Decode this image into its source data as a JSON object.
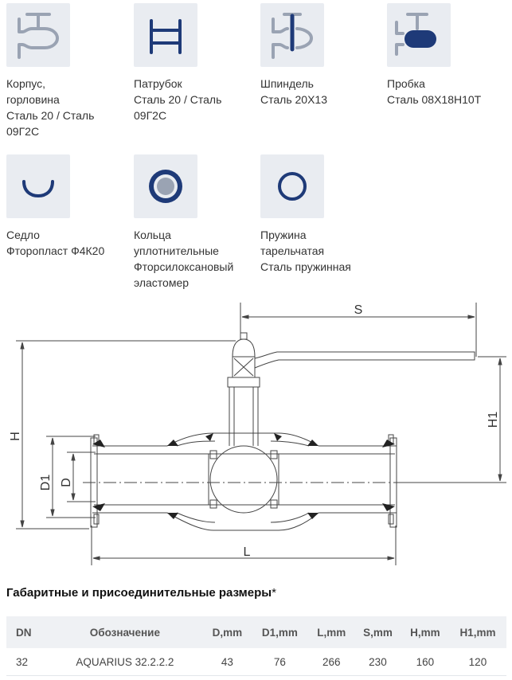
{
  "colors": {
    "icon_navy": "#1e3a78",
    "icon_gray": "#9aa3b3",
    "tile_bg": "#e9ecf1",
    "text": "#333333",
    "table_header_bg": "#eff1f4"
  },
  "materials": [
    {
      "icon": "body-neck-icon",
      "lines": [
        "Корпус,",
        "горловина",
        "Сталь 20 / Сталь",
        "09Г2С"
      ]
    },
    {
      "icon": "branch-pipe-icon",
      "lines": [
        "Патрубок",
        "Сталь 20 / Сталь",
        "09Г2С"
      ]
    },
    {
      "icon": "spindle-icon",
      "lines": [
        "Шпиндель",
        "Сталь 20Х13"
      ]
    },
    {
      "icon": "plug-icon",
      "lines": [
        "Пробка",
        "Сталь 08Х18Н10Т"
      ]
    },
    {
      "icon": "seat-icon",
      "lines": [
        "Седло",
        "Фторопласт Ф4К20"
      ]
    },
    {
      "icon": "sealing-rings-icon",
      "lines": [
        "Кольца",
        "уплотнительные",
        "Фторсилоксановый",
        "эластомер"
      ]
    },
    {
      "icon": "disc-spring-icon",
      "lines": [
        "Пружина",
        "тарельчатая",
        "Сталь пружинная"
      ]
    }
  ],
  "drawing": {
    "label_S": "S",
    "label_H": "H",
    "label_H1": "H1",
    "label_D1": "D1",
    "label_D": "D",
    "label_L": "L"
  },
  "table": {
    "title": "Габаритные и присоединительные размеры",
    "footnote_mark": "*",
    "headers": [
      "DN",
      "Обозначение",
      "D,mm",
      "D1,mm",
      "L,mm",
      "S,mm",
      "H,mm",
      "H1,mm"
    ],
    "rows": [
      [
        "32",
        "AQUARIUS 32.2.2.2",
        "43",
        "76",
        "266",
        "230",
        "160",
        "120"
      ]
    ]
  }
}
